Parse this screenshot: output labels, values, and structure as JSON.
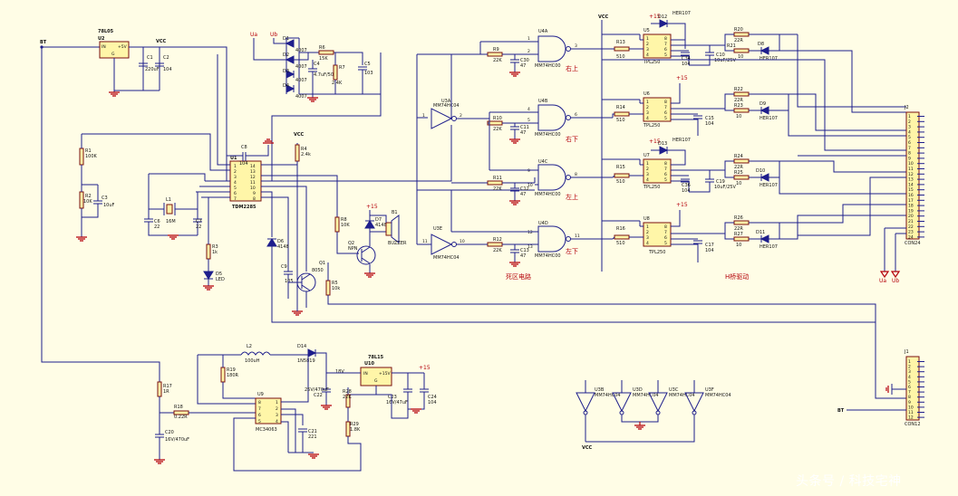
{
  "colors": {
    "background": "#fffde6",
    "wire": "#1e1e8c",
    "label_red": "#b4000a",
    "ic_fill": "#fff6a8",
    "ic_border": "#7a0f0f"
  },
  "watermark": "头条号 / 科技宅神",
  "nets": {
    "bt": "BT",
    "vcc": "VCC",
    "p15": "+15",
    "ua": "Ua",
    "ub": "Ub",
    "ua2": "Ua",
    "ub2": "Ub"
  },
  "section_labels": {
    "deadzone": "死区电路",
    "hbridge": "H桥驱动"
  },
  "u2": {
    "ref": "U2",
    "part": "78L05",
    "in": "IN",
    "out": "+5V",
    "gnd": "G"
  },
  "c1": {
    "ref": "C1",
    "val": "220uF"
  },
  "c2": {
    "ref": "C2",
    "val": "104"
  },
  "d1": {
    "ref": "D1",
    "val": "4007"
  },
  "d2": {
    "ref": "D2",
    "val": "4007"
  },
  "d3": {
    "ref": "D3",
    "val": "4007"
  },
  "d4": {
    "ref": "D4",
    "val": "4007"
  },
  "r6": {
    "ref": "R6",
    "val": "15K"
  },
  "r7": {
    "ref": "R7",
    "val": "2.4K"
  },
  "c4": {
    "ref": "C4",
    "val": "4.7uF/50V"
  },
  "c5": {
    "ref": "C5",
    "val": "103"
  },
  "u1": {
    "ref": "U1",
    "part": "TDM2285"
  },
  "c3u": {
    "ref": "C8",
    "val": "104"
  },
  "r1": {
    "ref": "R1",
    "val": "100K"
  },
  "r2": {
    "ref": "R2",
    "val": "10K"
  },
  "c3": {
    "ref": "C3",
    "val": "10uF"
  },
  "l1": {
    "ref": "L1",
    "val": "16M"
  },
  "c6": {
    "ref": "C6",
    "val": "22"
  },
  "c7": {
    "ref": "C7",
    "val": "22"
  },
  "r3": {
    "ref": "R3",
    "val": "1k"
  },
  "d5": {
    "ref": "D5",
    "val": "LED"
  },
  "r4": {
    "ref": "R4",
    "val": "2.4k"
  },
  "d6": {
    "ref": "D6",
    "val": "4148"
  },
  "c9": {
    "ref": "C9",
    "val": "105"
  },
  "q1": {
    "ref": "Q1",
    "val": "8050"
  },
  "r5": {
    "ref": "R5",
    "val": "10k"
  },
  "r8": {
    "ref": "R8",
    "val": "10K"
  },
  "q2": {
    "ref": "Q2",
    "val": "NPN"
  },
  "d7": {
    "ref": "D7",
    "val": "4148"
  },
  "b1": {
    "ref": "B1",
    "val": "BUZZER"
  },
  "u3a": {
    "ref": "U3A",
    "part": "MM74HC04"
  },
  "u3e": {
    "ref": "U3E",
    "part": "MM74HC04"
  },
  "u3b": {
    "ref": "U3B",
    "part": "MM74HC04"
  },
  "u3d": {
    "ref": "U3D",
    "part": "MM74HC04"
  },
  "u3c": {
    "ref": "U3C",
    "part": "MM74HC04"
  },
  "u3f": {
    "ref": "U3F",
    "part": "MM74HC04"
  },
  "u4a": {
    "ref": "U4A",
    "part": "MM74HC00",
    "tag": "右上"
  },
  "u4b": {
    "ref": "U4B",
    "part": "MM74HC00",
    "tag": "右下"
  },
  "u4c": {
    "ref": "U4C",
    "part": "MM74HC00",
    "tag": "左上"
  },
  "u4d": {
    "ref": "U4D",
    "part": "MM74HC00",
    "tag": "左下"
  },
  "r9": {
    "ref": "R9",
    "val": "22K"
  },
  "r10": {
    "ref": "R10",
    "val": "22K"
  },
  "r11": {
    "ref": "R11",
    "val": "22K"
  },
  "r12": {
    "ref": "R12",
    "val": "22K"
  },
  "c30": {
    "ref": "C30",
    "val": "47"
  },
  "c11": {
    "ref": "C11",
    "val": "47"
  },
  "c12": {
    "ref": "C12",
    "val": "47"
  },
  "c13": {
    "ref": "C13",
    "val": "47"
  },
  "r13": {
    "ref": "R13",
    "val": "510"
  },
  "r14": {
    "ref": "R14",
    "val": "510"
  },
  "r15": {
    "ref": "R15",
    "val": "510"
  },
  "r16": {
    "ref": "R16",
    "val": "510"
  },
  "u5": {
    "ref": "U5",
    "part": "TPL250"
  },
  "u6": {
    "ref": "U6",
    "part": "TPL250"
  },
  "u7": {
    "ref": "U7",
    "part": "TPL250"
  },
  "u8": {
    "ref": "U8",
    "part": "TPL250"
  },
  "d12": {
    "ref": "D12",
    "val": "HER107"
  },
  "d13": {
    "ref": "D13",
    "val": "HER107"
  },
  "c34": {
    "ref": "C34",
    "val": "104"
  },
  "c15": {
    "ref": "C15",
    "val": "104"
  },
  "c36": {
    "ref": "C36",
    "val": "104"
  },
  "c17": {
    "ref": "C17",
    "val": "104"
  },
  "c10": {
    "ref": "C10",
    "val": "10uF/25V"
  },
  "c19": {
    "ref": "C19",
    "val": "10uF/25V"
  },
  "r20": {
    "ref": "R20",
    "val": "22R"
  },
  "r21": {
    "ref": "R21",
    "val": "10"
  },
  "r22": {
    "ref": "R22",
    "val": "22R"
  },
  "r23": {
    "ref": "R23",
    "val": "10"
  },
  "r24": {
    "ref": "R24",
    "val": "22R"
  },
  "r25": {
    "ref": "R25",
    "val": "10"
  },
  "r26": {
    "ref": "R26",
    "val": "22R"
  },
  "r27": {
    "ref": "R27",
    "val": "10"
  },
  "d8": {
    "ref": "D8",
    "val": "HER107"
  },
  "d9": {
    "ref": "D9",
    "val": "HER107"
  },
  "d10": {
    "ref": "D10",
    "val": "HER107"
  },
  "d11": {
    "ref": "D11",
    "val": "HER107"
  },
  "j2": {
    "ref": "J2",
    "part": "CON24"
  },
  "j1": {
    "ref": "J1",
    "part": "CON12"
  },
  "u9": {
    "ref": "U9",
    "part": "MC34063"
  },
  "l2": {
    "ref": "L2",
    "val": "100uH"
  },
  "d14": {
    "ref": "D14",
    "val": "1N5819"
  },
  "r17": {
    "ref": "R17",
    "val": "1R"
  },
  "r18": {
    "ref": "R18",
    "val": "0.22R"
  },
  "r19": {
    "ref": "R19",
    "val": "180R"
  },
  "c20": {
    "ref": "C20",
    "val": "16V/470uF"
  },
  "c21": {
    "ref": "C21",
    "val": "221"
  },
  "c22": {
    "ref": "C22",
    "val": "25V/470uF"
  },
  "u10": {
    "ref": "U10",
    "part": "78L15",
    "in": "IN",
    "out": "+15V",
    "gnd": "G"
  },
  "v18": "18V",
  "r28": {
    "ref": "R28",
    "val": "22K"
  },
  "r29": {
    "ref": "R29",
    "val": "1.8K"
  },
  "c23": {
    "ref": "C23",
    "val": "16V/47uF"
  },
  "c24": {
    "ref": "C24",
    "val": "104"
  }
}
